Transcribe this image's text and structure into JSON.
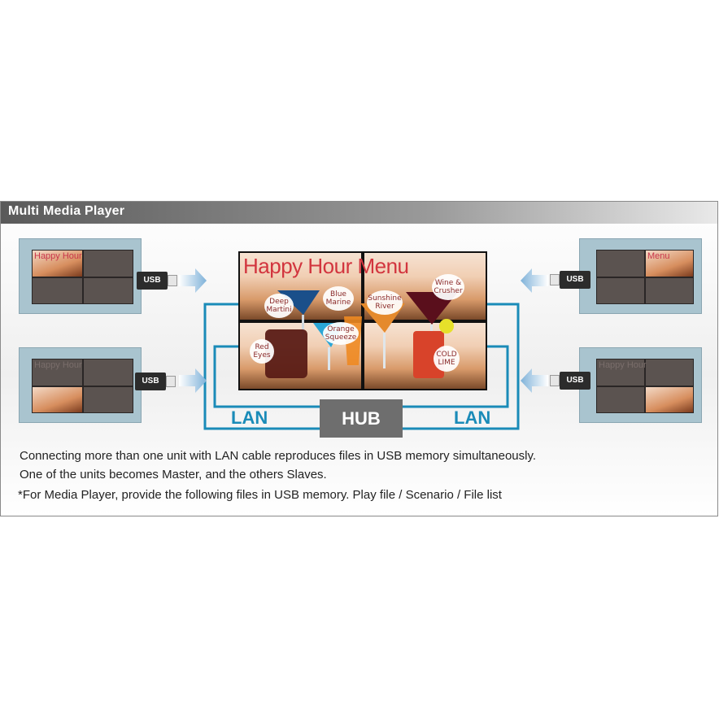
{
  "panel": {
    "title": "Multi Media Player"
  },
  "diagram": {
    "usb_label": "USB",
    "hub_label": "HUB",
    "lan_left": "LAN",
    "lan_right": "LAN",
    "video_wall": {
      "headline": "Happy Hour Menu",
      "drinks": [
        "Deep Martini",
        "Blue Marine",
        "Sunshine River",
        "Wine & Crusher",
        "Red Eyes",
        "Orange Squeeze",
        "COLD LIME"
      ]
    },
    "thumb_headline": "Happy Hour",
    "thumb_headline_right": "Menu"
  },
  "captions": {
    "line1": "Connecting more than one unit with LAN cable reproduces files in USB memory simultaneously.",
    "line2": "One of the units becomes Master, and the others Slaves.",
    "line3": "*For Media Player, provide the following files in USB memory.  Play file / Scenario / File list"
  },
  "colors": {
    "lan": "#1a8bb8",
    "hub": "#6e6e6e",
    "headline": "#d2353e",
    "arrow": "#7fb2d9"
  },
  "icons": [
    "usb-stick-icon",
    "arrow-right-icon",
    "arrow-left-icon"
  ]
}
